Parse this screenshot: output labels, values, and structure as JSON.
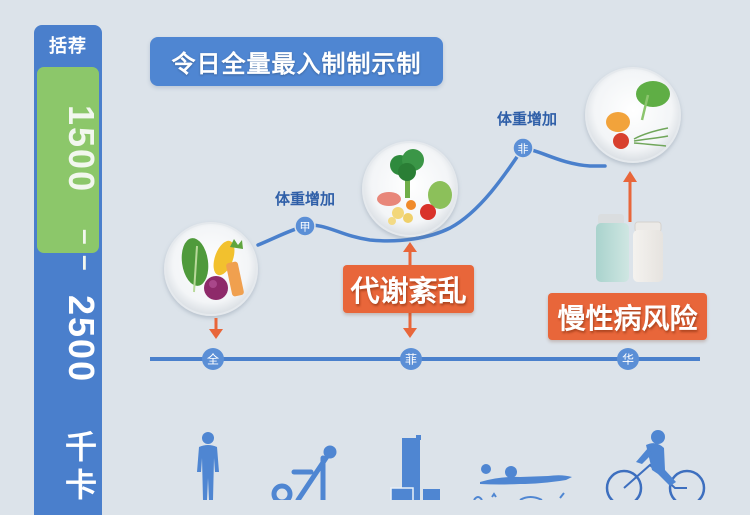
{
  "left_panel": {
    "header": "括荐",
    "range_low": "1500",
    "dash_1": "–",
    "dash_2": "–",
    "range_high": "2500",
    "unit": "千卡",
    "colors": {
      "panel": "#4A7FCC",
      "highlight": "#8CC76A"
    }
  },
  "title": {
    "text": "令日全量最入制制示制",
    "color": "#4F86D2"
  },
  "curve": {
    "labels": [
      {
        "text": "体重增加",
        "node_glyph": "甲"
      },
      {
        "text": "体重增加",
        "node_glyph": "非"
      }
    ],
    "color": "#4A80CC"
  },
  "timeline": {
    "nodes": [
      {
        "glyph": "全"
      },
      {
        "glyph": "菲"
      },
      {
        "glyph": "华"
      }
    ],
    "color": "#4A80CC"
  },
  "plates": [
    {
      "icon": "vegetable-plate-icon",
      "items": [
        "lettuce",
        "squash",
        "carrot",
        "beet"
      ]
    },
    {
      "icon": "mixed-food-plate-icon",
      "items": [
        "broccoli",
        "meat",
        "cabbage",
        "tomato",
        "cheese"
      ]
    },
    {
      "icon": "salad-plate-icon",
      "items": [
        "lettuce",
        "orange-pepper",
        "tomato",
        "green-onion"
      ]
    }
  ],
  "callouts": [
    {
      "text": "代谢紊乱"
    },
    {
      "text": "慢性病风险"
    }
  ],
  "bottles": [
    "teal-bottle-icon",
    "white-bottle-icon"
  ],
  "exercise_icons": [
    "standing-person-icon",
    "gym-machine-icon",
    "bar-block-icon",
    "swimmer-icon",
    "cyclist-icon"
  ],
  "colors": {
    "background": "#DCE3EA",
    "accent_orange": "#E8663A",
    "icon_blue": "#4F86D2"
  }
}
